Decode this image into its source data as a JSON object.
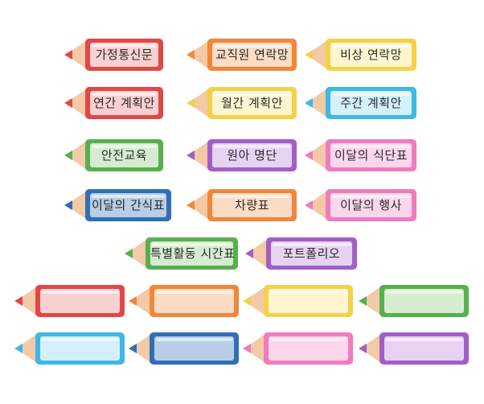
{
  "labels": [
    {
      "text": "가정통신문",
      "color": "red"
    },
    {
      "text": "교직원 연락망",
      "color": "orange"
    },
    {
      "text": "비상 연락망",
      "color": "yellow"
    },
    {
      "text": "연간 계획안",
      "color": "red"
    },
    {
      "text": "월간 계획안",
      "color": "yellow"
    },
    {
      "text": "주간 계획안",
      "color": "cyan"
    },
    {
      "text": "안전교육",
      "color": "green"
    },
    {
      "text": "원아 명단",
      "color": "purple"
    },
    {
      "text": "이달의 식단표",
      "color": "pink"
    },
    {
      "text": "이달의 간식표",
      "color": "blue"
    },
    {
      "text": "차량표",
      "color": "orange"
    },
    {
      "text": "이달의 행사",
      "color": "pink"
    },
    {
      "text": "특별활동 시간표",
      "color": "green"
    },
    {
      "text": "포트폴리오",
      "color": "purple"
    },
    {
      "text": "",
      "color": "red"
    },
    {
      "text": "",
      "color": "orange"
    },
    {
      "text": "",
      "color": "yellow"
    },
    {
      "text": "",
      "color": "green"
    },
    {
      "text": "",
      "color": "cyan"
    },
    {
      "text": "",
      "color": "blue"
    },
    {
      "text": "",
      "color": "pink"
    },
    {
      "text": "",
      "color": "purple"
    }
  ],
  "palette": {
    "red": {
      "border": "#e04848",
      "fill": "#f9d0d0",
      "tip": "#f3c9a6"
    },
    "orange": {
      "border": "#f0873a",
      "fill": "#fcdcc4",
      "tip": "#f3c9a6"
    },
    "yellow": {
      "border": "#f3d24a",
      "fill": "#fff6cf",
      "tip": "#f3c9a6"
    },
    "green": {
      "border": "#57b04e",
      "fill": "#d6ecd0",
      "tip": "#f3c9a6"
    },
    "cyan": {
      "border": "#3fb7e6",
      "fill": "#d4f0fb",
      "tip": "#f3c9a6"
    },
    "blue": {
      "border": "#2f6fb5",
      "fill": "#b9cde6",
      "tip": "#f3c9a6"
    },
    "pink": {
      "border": "#f07bbd",
      "fill": "#fbd6ec",
      "tip": "#f3c9a6"
    },
    "purple": {
      "border": "#a25ec8",
      "fill": "#e6d2f1",
      "tip": "#f3c9a6"
    }
  }
}
